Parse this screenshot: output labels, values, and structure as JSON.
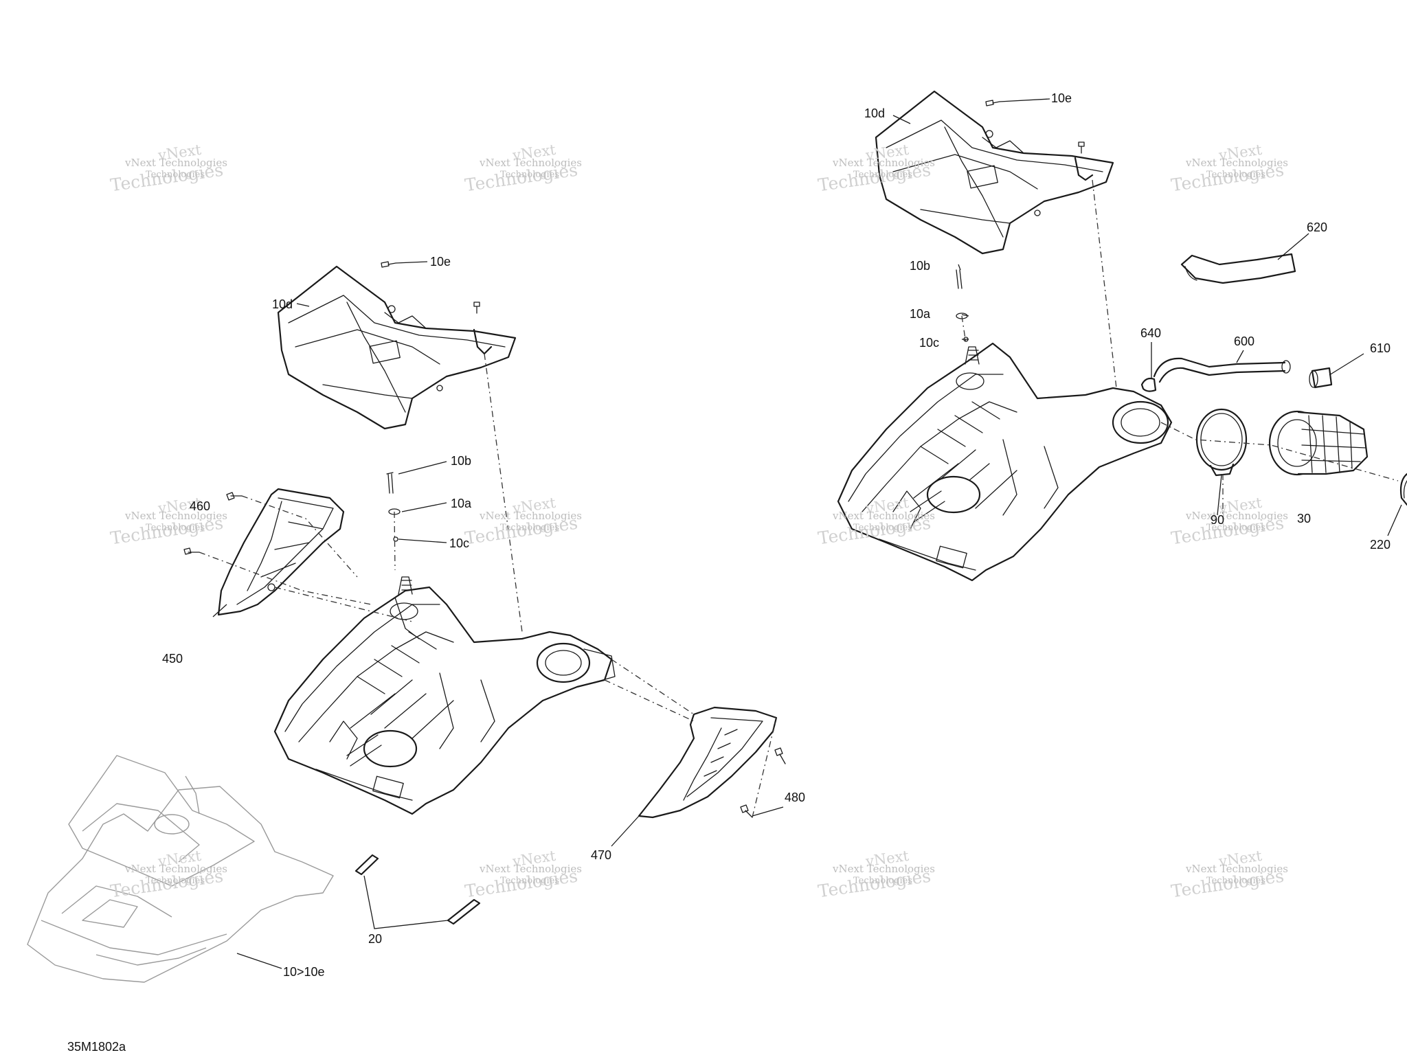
{
  "diagram": {
    "code": "35M1802a",
    "labels": {
      "l_10e": "10e",
      "l_10d": "10d",
      "l_10b": "10b",
      "l_10a": "10a",
      "l_10c": "10c",
      "l_460": "460",
      "l_450": "450",
      "l_470": "470",
      "l_480": "480",
      "l_20": "20",
      "l_10to10e": "10>10e",
      "r_10e": "10e",
      "r_10d": "10d",
      "r_10b": "10b",
      "r_10a": "10a",
      "r_10c": "10c",
      "r_620": "620",
      "r_640": "640",
      "r_600": "600",
      "r_610": "610",
      "r_90": "90",
      "r_30": "30",
      "r_220": "220"
    }
  },
  "watermark": {
    "line1": "vNext Technologies",
    "line2": "vNext",
    "line3": "Technologies",
    "line4": "Technologies"
  }
}
